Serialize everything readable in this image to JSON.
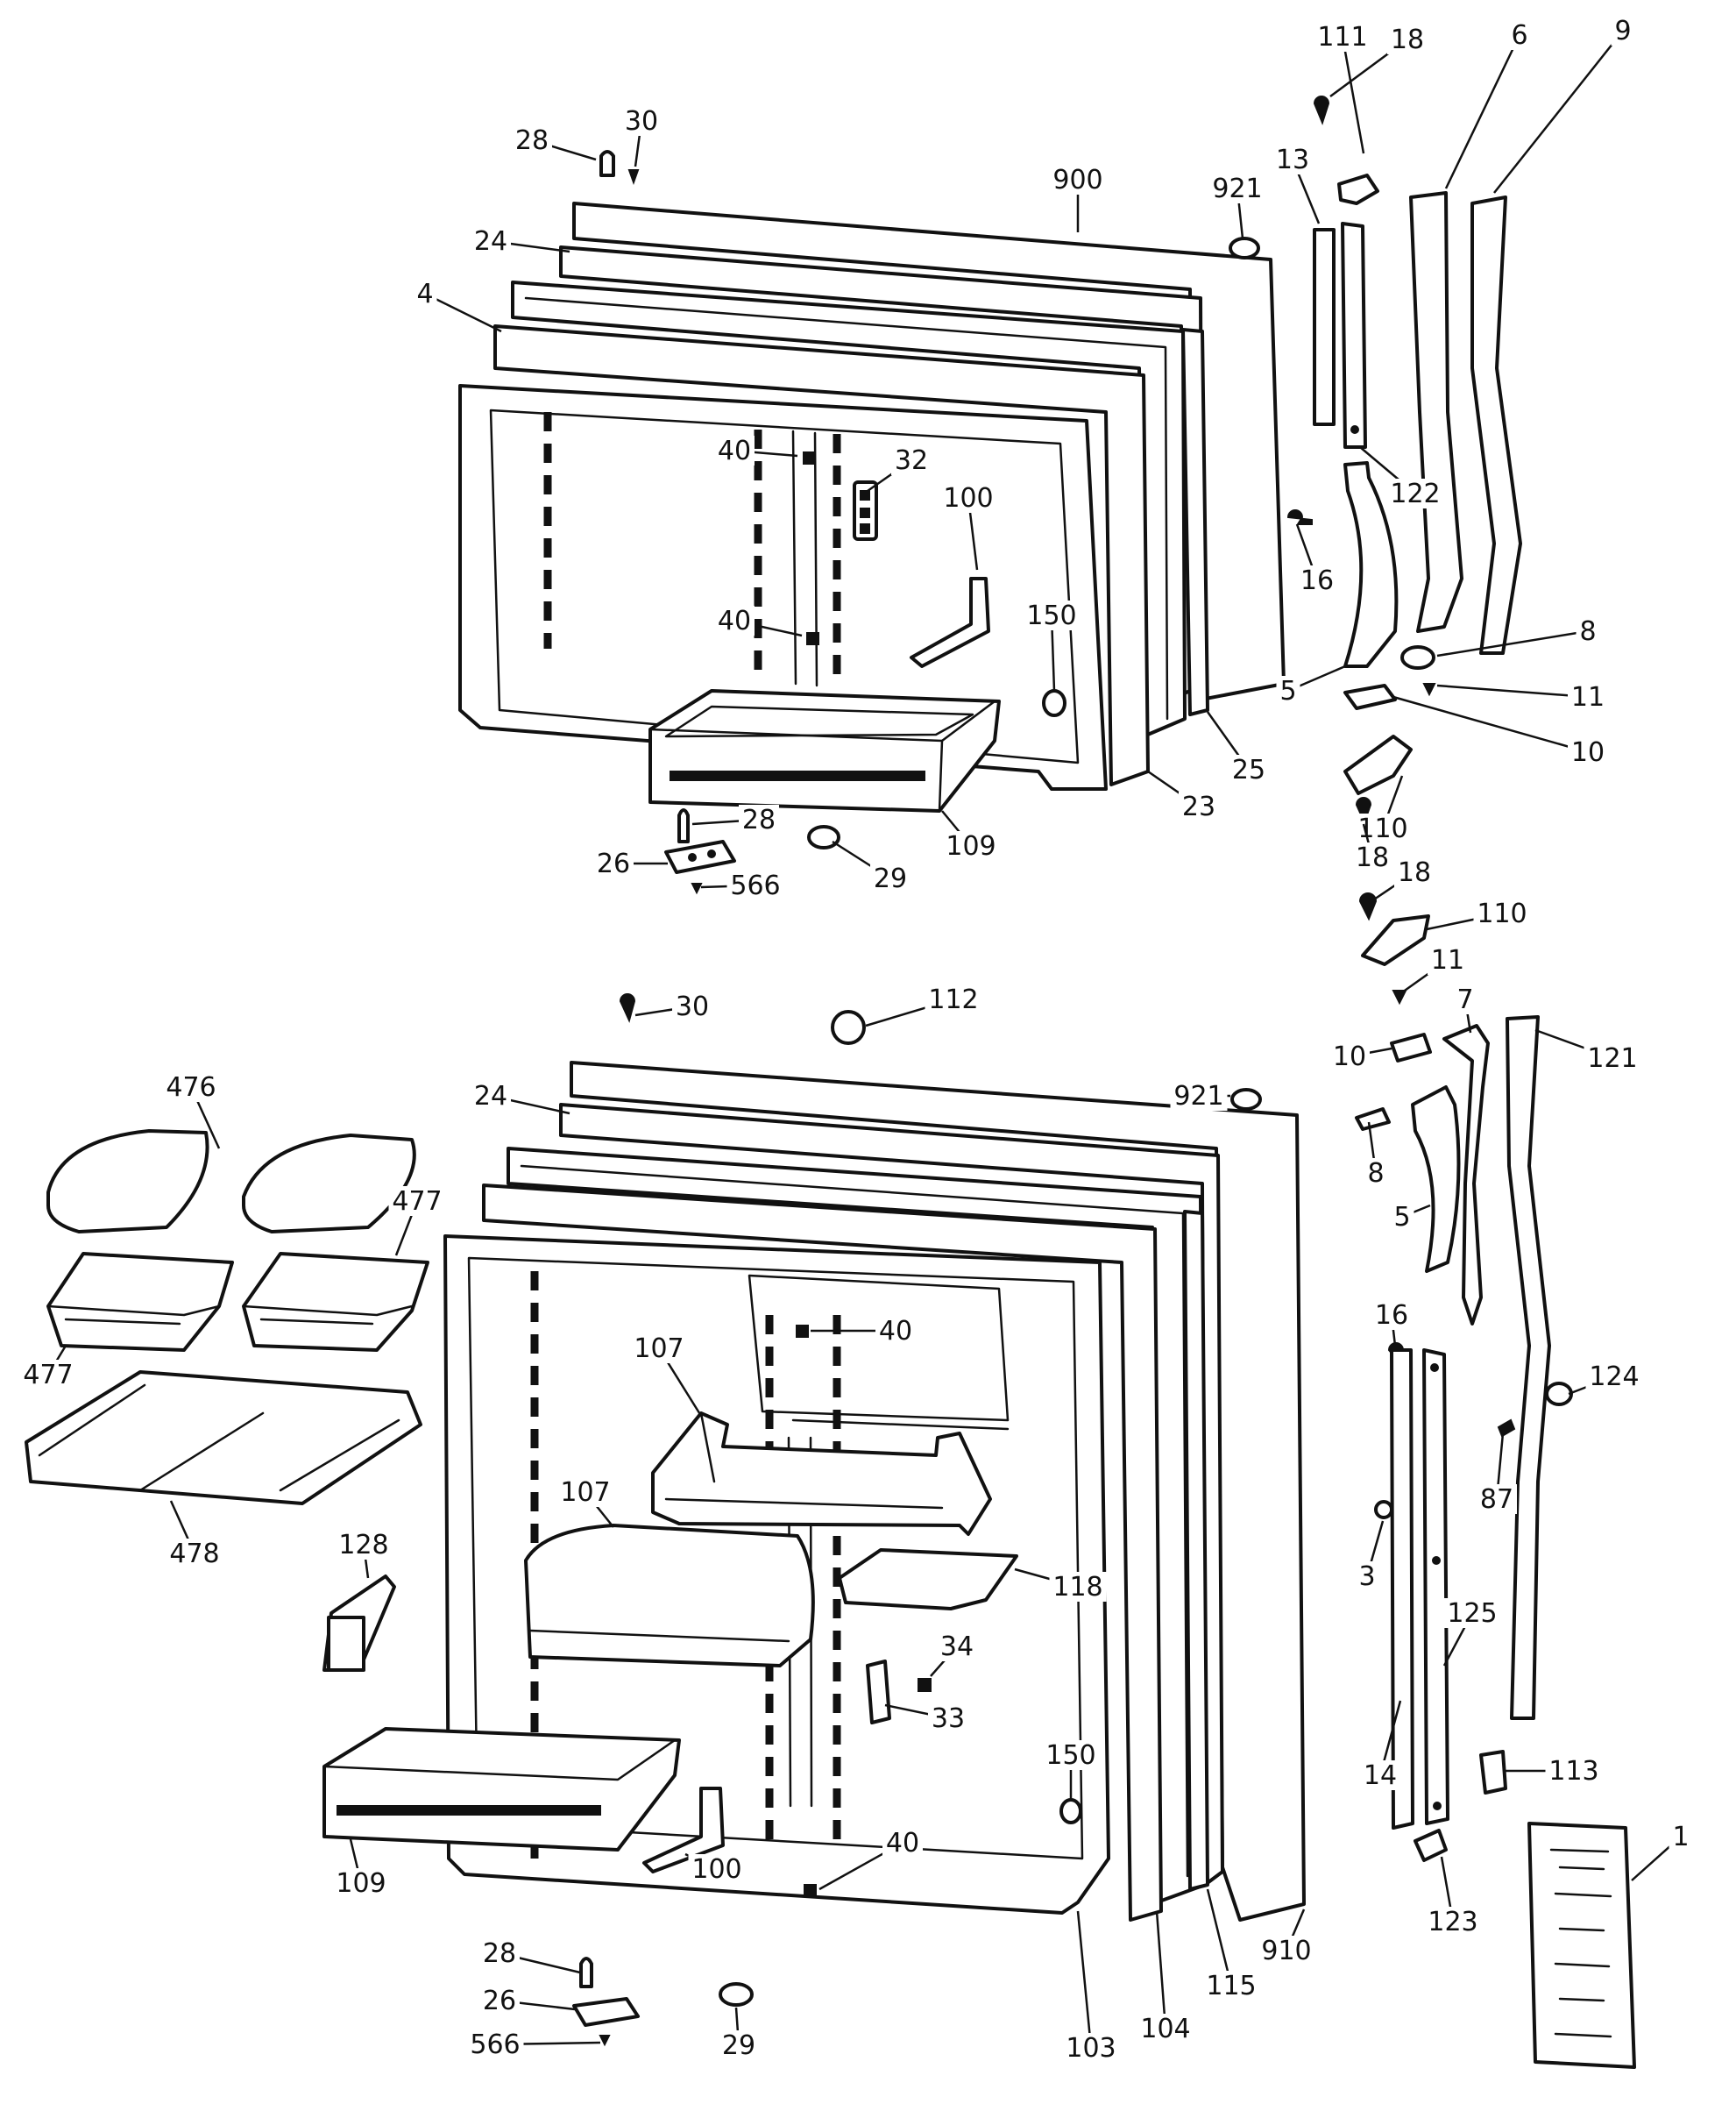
{
  "callouts": {
    "c111": "111",
    "c18a": "18",
    "c6": "6",
    "c9": "9",
    "c28a": "28",
    "c30a": "30",
    "c900": "900",
    "c921a": "921",
    "c13": "13",
    "c24a": "24",
    "c4": "4",
    "c40a": "40",
    "c32": "32",
    "c122": "122",
    "c16a": "16",
    "c100a": "100",
    "c40b": "40",
    "c150a": "150",
    "c8a": "8",
    "c11a": "11",
    "c5a": "5",
    "c25": "25",
    "c10a": "10",
    "c23": "23",
    "c109a": "109",
    "c110a": "110",
    "c28b": "28",
    "c18b": "18",
    "c26a": "26",
    "c566a": "566",
    "c29a": "29",
    "c18c": "18",
    "c110b": "110",
    "c11b": "11",
    "c30b": "30",
    "c112": "112",
    "c7": "7",
    "c121": "121",
    "c476": "476",
    "c921b": "921",
    "c10b": "10",
    "c24b": "24",
    "c477a": "477",
    "c8b": "8",
    "c5b": "5",
    "c16b": "16",
    "c40c": "40",
    "c477b": "477",
    "c107a": "107",
    "c124": "124",
    "c87": "87",
    "c478": "478",
    "c3": "3",
    "c107b": "107",
    "c128": "128",
    "c118": "118",
    "c34": "34",
    "c125": "125",
    "c33": "33",
    "c113": "113",
    "c150b": "150",
    "c14": "14",
    "c1": "1",
    "c109b": "109",
    "c100b": "100",
    "c40d": "40",
    "c123": "123",
    "c28c": "28",
    "c910": "910",
    "c26b": "26",
    "c115": "115",
    "c104": "104",
    "c566b": "566",
    "c29b": "29",
    "c103": "103"
  }
}
